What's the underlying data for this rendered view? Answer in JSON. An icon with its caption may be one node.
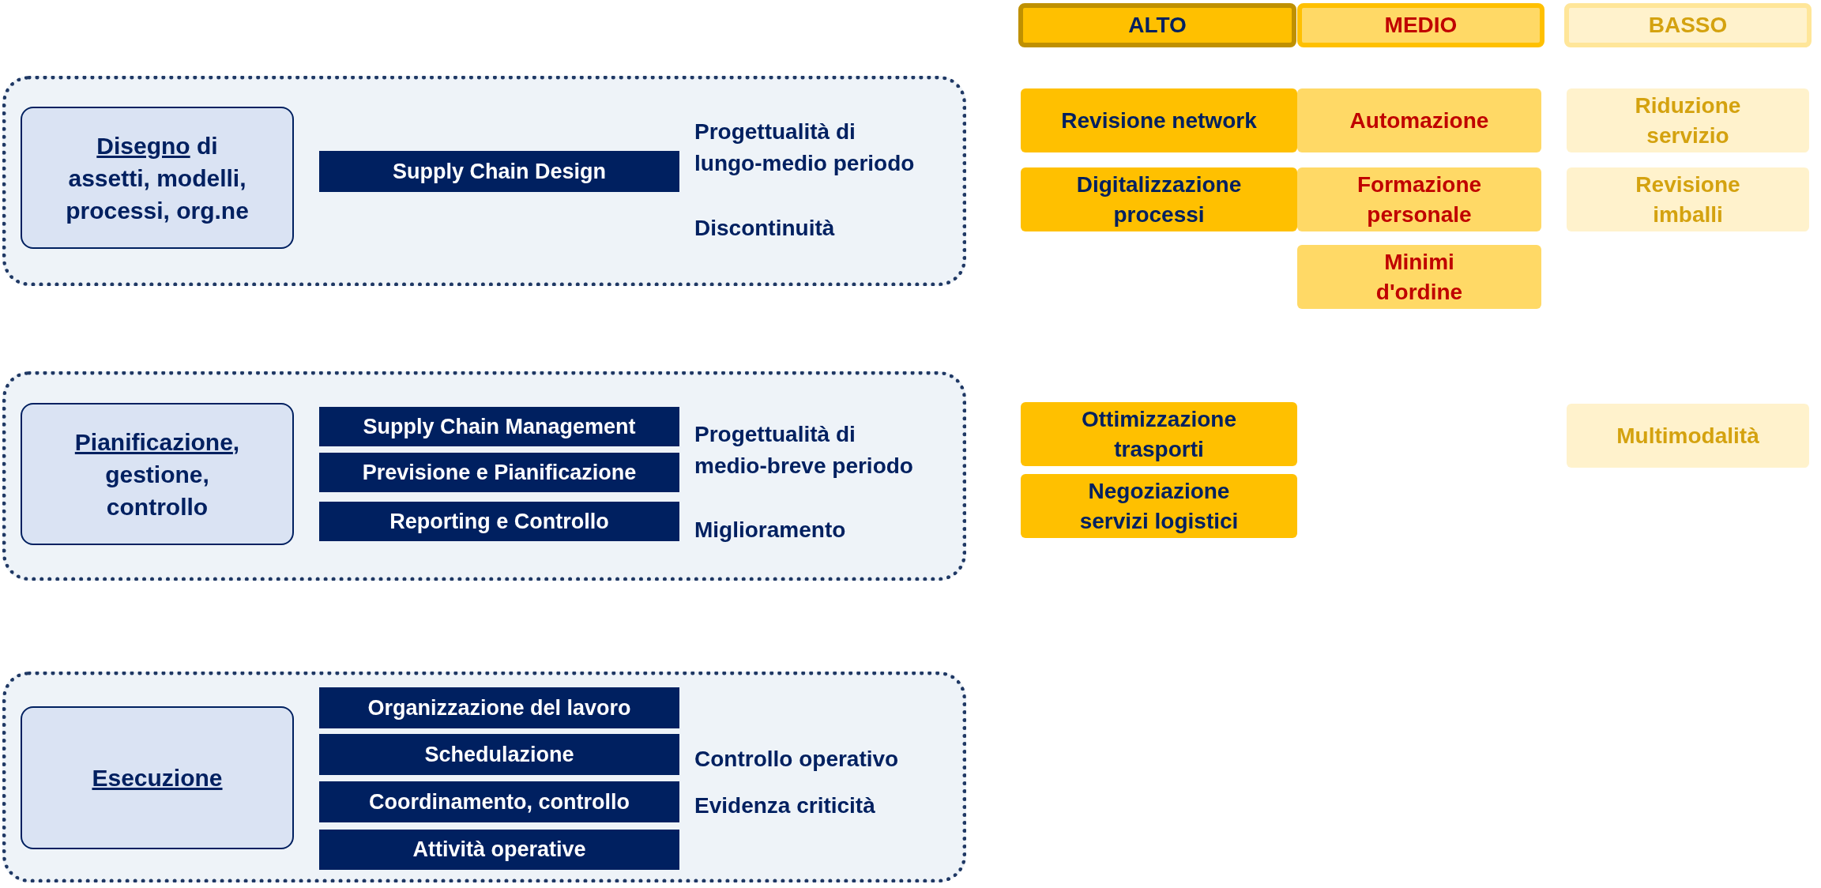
{
  "diagram": {
    "nodes": [
      {
        "text": [
          "Progettualità di lungo-medio periodo",
          "Discontinuità"
        ]
      },
      {
        "text": [
          "Disegno di assetti, modelli, processi, org.ne"
        ],
        "in": 0
      },
      {
        "text": [
          "Supply Chain Design"
        ],
        "in": 0
      },
      {
        "text": [
          "Progettualità di medio-breve periodo",
          "Miglioramento"
        ]
      },
      {
        "text": [
          "Pianificazione, gestione, controllo"
        ],
        "in": 3
      },
      {
        "text": [
          "Supply Chain Management"
        ],
        "in": 3
      },
      {
        "text": [
          "Previsione e Pianificazione"
        ],
        "in": 3
      },
      {
        "text": [
          "Reporting e Controllo"
        ],
        "in": 3
      },
      {
        "text": [
          "Controllo operativo",
          "Evidenza criticità"
        ]
      },
      {
        "text": [
          "Esecuzione"
        ],
        "in": 8
      },
      {
        "text": [
          "Organizzazione del lavoro"
        ],
        "in": 8
      },
      {
        "text": [
          "Schedulazione"
        ],
        "in": 8
      },
      {
        "text": [
          "Coordinamento, controllo"
        ],
        "in": 8
      },
      {
        "text": [
          "Attività operative"
        ],
        "in": 8
      },
      {
        "text": [
          "ALTO"
        ]
      },
      {
        "text": [
          "MEDIO"
        ]
      },
      {
        "text": [
          "BASSO"
        ]
      },
      {
        "text": [
          "Revisione network"
        ]
      },
      {
        "text": [
          "Automazione"
        ]
      },
      {
        "text": [
          "Riduzione servizio"
        ]
      },
      {
        "text": [
          "Digitalizzazione processi"
        ]
      },
      {
        "text": [
          "Formazione personale"
        ]
      },
      {
        "text": [
          "Revisione imballi"
        ]
      },
      {
        "text": [
          "Minimi d'ordine"
        ]
      },
      {
        "text": [
          "Ottimizzazione trasporti"
        ]
      },
      {
        "text": [
          "Multimodalità"
        ]
      },
      {
        "text": [
          "Negoziazione servizi logistici"
        ]
      }
    ]
  }
}
